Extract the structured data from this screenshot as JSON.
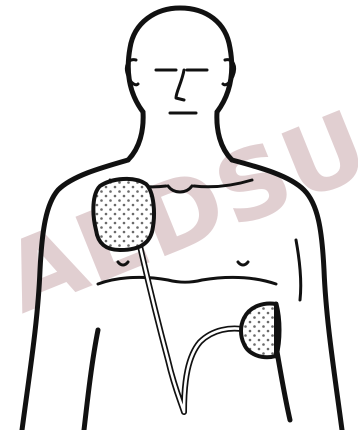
{
  "diagram": {
    "watermark": {
      "text": "AEDSU",
      "color": "#c9a8ad"
    },
    "colors": {
      "outline": "#111111",
      "pad_fill": "#ffffff",
      "pad_dots": "#888888",
      "background": "#ffffff"
    },
    "pads": [
      {
        "name": "upper-right-chest-pad"
      },
      {
        "name": "lower-left-side-pad"
      }
    ]
  }
}
